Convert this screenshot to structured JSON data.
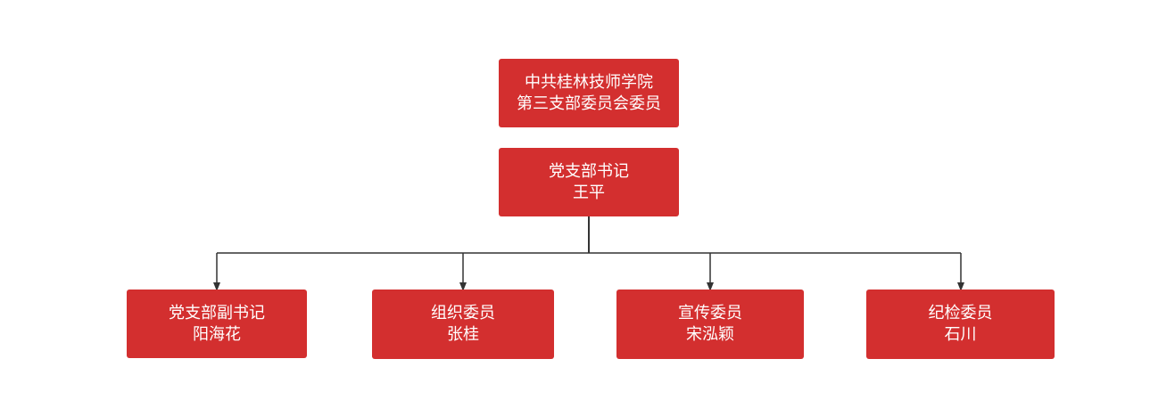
{
  "org": {
    "line1": "中共桂林技师学院",
    "line2": "第三支部委员会委员"
  },
  "secretary": {
    "title": "党支部书记",
    "name": "王平"
  },
  "members": [
    {
      "title": "党支部副书记",
      "name": "阳海花"
    },
    {
      "title": "组织委员",
      "name": "张桂"
    },
    {
      "title": "宣传委员",
      "name": "宋泓颖"
    },
    {
      "title": "纪检委员",
      "name": "石川"
    }
  ],
  "colors": {
    "box": "#d32f2f",
    "text": "#ffffff",
    "line": "#333333"
  }
}
